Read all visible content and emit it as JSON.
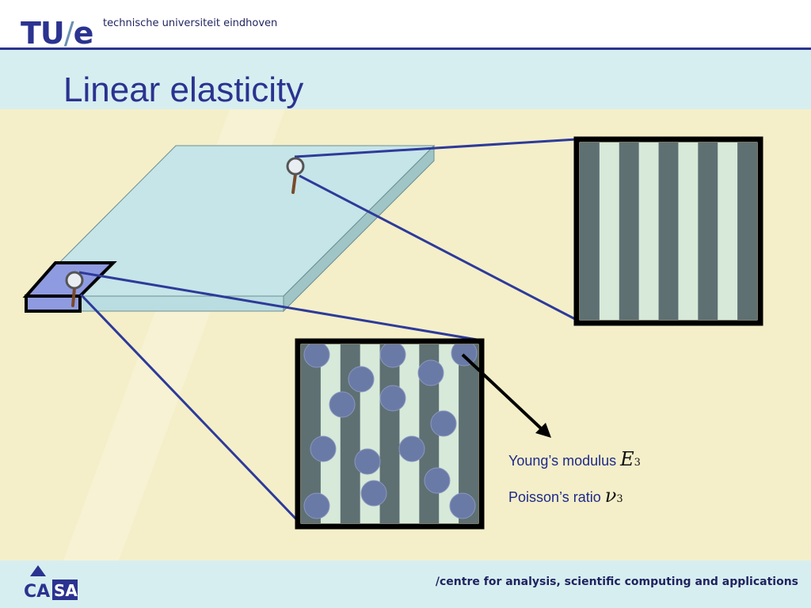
{
  "header": {
    "logo_main": "TU",
    "logo_slash": "/",
    "logo_e": "e",
    "university": "technische universiteit eindhoven"
  },
  "slide": {
    "title": "Linear elasticity"
  },
  "labels": {
    "young_text": "Young’s modulus",
    "young_symbol": "E",
    "young_sub": "3",
    "poisson_text": "Poisson’s ratio",
    "poisson_symbol": "ν",
    "poisson_sub": "3"
  },
  "footer": {
    "casa_left": "CA",
    "casa_right": "SA",
    "text": "/centre for analysis, scientific computing and applications"
  },
  "colors": {
    "brand_blue": "#2b3390",
    "band": "#d7eef0",
    "cream": "#f4efc9",
    "stripe_dark": "#5f7073",
    "stripe_light": "#d7e9d9",
    "particle": "#6a7aa6",
    "plate_top": "#c5e5e8",
    "plate_side": "#9fc5c6",
    "connector": "#2e3a9a"
  }
}
